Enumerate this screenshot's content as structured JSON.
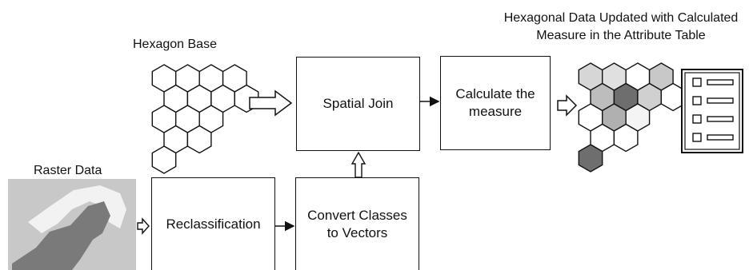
{
  "labels": {
    "hexagon_base": "Hexagon Base",
    "raster_data": "Raster Data",
    "output_title": "Hexagonal Data Updated with Calculated\nMeasure in the Attribute Table"
  },
  "steps": {
    "spatial_join": "Spatial Join",
    "calculate_measure": "Calculate the\nmeasure",
    "reclassification": "Reclassification",
    "convert_classes": "Convert Classes\nto Vectors"
  },
  "icons": {
    "hexagon_grid": "hexagon-grid-icon",
    "raster": "raster-image-icon",
    "shaded_hex_grid": "shaded-hexagon-grid-icon",
    "attribute_table": "attribute-table-icon"
  },
  "colors": {
    "stroke": "#111111",
    "raster_bg": "#c8c8c8",
    "raster_light": "#f2f2f2",
    "raster_dark": "#7a7a7a",
    "hex_dark": "#6e6e6e",
    "hex_mid": "#b0b0b0"
  }
}
